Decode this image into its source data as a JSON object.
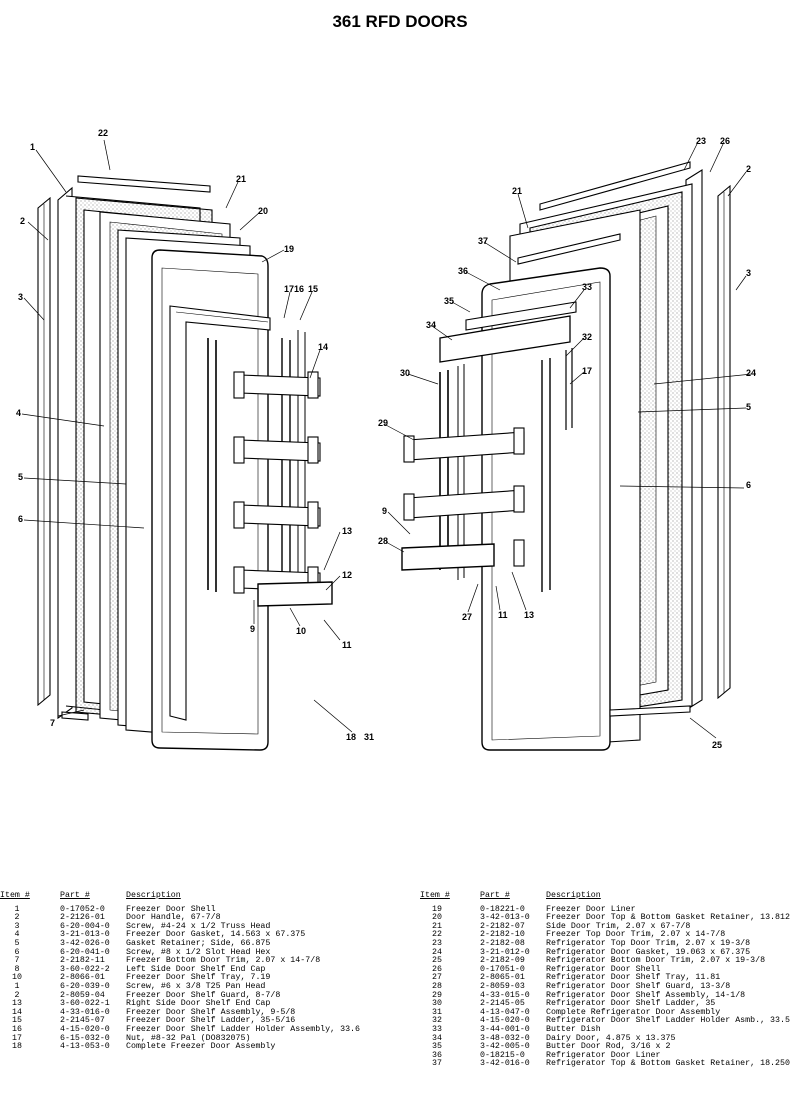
{
  "title": "361 RFD DOORS",
  "callouts": {
    "left": [
      "1",
      "2",
      "3",
      "4",
      "5",
      "6",
      "7",
      "22",
      "21",
      "20",
      "19",
      "17",
      "16",
      "15",
      "14",
      "13",
      "12",
      "11",
      "10",
      "9",
      "18",
      "31"
    ],
    "right": [
      "21",
      "37",
      "36",
      "35",
      "34",
      "33",
      "32",
      "17",
      "30",
      "29",
      "9",
      "28",
      "27",
      "11",
      "13",
      "26",
      "23",
      "2",
      "3",
      "24",
      "5",
      "6",
      "25"
    ]
  },
  "columns": {
    "item": "Item #",
    "part": "Part #",
    "description": "Description"
  },
  "parts_left": [
    {
      "item": "1",
      "part": "0-17052-0",
      "desc": "Freezer Door Shell"
    },
    {
      "item": "2",
      "part": "2-2126-01",
      "desc": "Door Handle, 67-7/8"
    },
    {
      "item": "3",
      "part": "6-20-004-0",
      "desc": "Screw, #4-24 x 1/2 Truss Head"
    },
    {
      "item": "4",
      "part": "3-21-013-0",
      "desc": "Freezer Door Gasket, 14.563 x 67.375"
    },
    {
      "item": "5",
      "part": "3-42-026-0",
      "desc": "Gasket Retainer; Side, 66.875"
    },
    {
      "item": "6",
      "part": "6-20-041-0",
      "desc": "Screw, #8 x 1/2 Slot Head Hex"
    },
    {
      "item": "7",
      "part": "2-2182-11",
      "desc": "Freezer Bottom Door Trim, 2.07 x 14-7/8"
    },
    {
      "item": "8",
      "part": "3-60-022-2",
      "desc": "Left Side Door Shelf End Cap"
    },
    {
      "item": "10",
      "part": "2-8066-01",
      "desc": "Freezer Door Shelf Tray, 7.19"
    },
    {
      "item": "1",
      "part": "6-20-039-0",
      "desc": "Screw, #6 x 3/8 T25 Pan Head"
    },
    {
      "item": "2",
      "part": "2-8059-04",
      "desc": "Freezer Door Shelf Guard, 8-7/8"
    },
    {
      "item": "13",
      "part": "3-60-022-1",
      "desc": "Right Side Door Shelf End Cap"
    },
    {
      "item": "14",
      "part": "4-33-016-0",
      "desc": "Freezer Door Shelf Assembly, 9-5/8"
    },
    {
      "item": "15",
      "part": "2-2145-07",
      "desc": "Freezer Door Shelf Ladder, 35-5/16"
    },
    {
      "item": "16",
      "part": "4-15-020-0",
      "desc": "Freezer Door Shelf Ladder Holder Assembly, 33.6"
    },
    {
      "item": "17",
      "part": "6-15-032-0",
      "desc": "Nut, #8-32 Pal (DO832075)"
    },
    {
      "item": "18",
      "part": "4-13-053-0",
      "desc": "Complete Freezer Door Assembly"
    }
  ],
  "parts_right": [
    {
      "item": "19",
      "part": "0-18221-0",
      "desc": "Freezer Door Liner"
    },
    {
      "item": "20",
      "part": "3-42-013-0",
      "desc": "Freezer Door Top & Bottom Gasket Retainer, 13.812"
    },
    {
      "item": "21",
      "part": "2-2182-07",
      "desc": "Side Door Trim, 2.07 x 67-7/8"
    },
    {
      "item": "22",
      "part": "2-2182-10",
      "desc": "Freezer Top Door Trim, 2.07 x 14-7/8"
    },
    {
      "item": "23",
      "part": "2-2182-08",
      "desc": "Refrigerator Top Door Trim, 2.07 x 19-3/8"
    },
    {
      "item": "24",
      "part": "3-21-012-0",
      "desc": "Refrigerator Door Gasket, 19.063 x 67.375"
    },
    {
      "item": "25",
      "part": "2-2182-09",
      "desc": "Refrigerator Bottom Door Trim, 2.07 x 19-3/8"
    },
    {
      "item": "26",
      "part": "0-17051-0",
      "desc": "Refrigerator Door Shell"
    },
    {
      "item": "27",
      "part": "2-8065-01",
      "desc": "Refrigerator Door Shelf Tray, 11.81"
    },
    {
      "item": "28",
      "part": "2-8059-03",
      "desc": "Refrigerator Door Shelf Guard, 13-3/8"
    },
    {
      "item": "29",
      "part": "4-33-015-0",
      "desc": "Refrigerator Door Shelf Assembly, 14-1/8"
    },
    {
      "item": "30",
      "part": "2-2145-05",
      "desc": "Refrigerator Door Shelf Ladder, 35"
    },
    {
      "item": "31",
      "part": "4-13-047-0",
      "desc": "Complete Refrigerator Door Assembly"
    },
    {
      "item": "32",
      "part": "4-15-020-0",
      "desc": "Refrigerator Door Shelf Ladder Holder Asmb., 33.5"
    },
    {
      "item": "33",
      "part": "3-44-001-0",
      "desc": "Butter Dish"
    },
    {
      "item": "34",
      "part": "3-48-032-0",
      "desc": "Dairy Door, 4.875 x 13.375"
    },
    {
      "item": "35",
      "part": "3-42-005-0",
      "desc": "Butter Door Rod, 3/16 x 2"
    },
    {
      "item": "36",
      "part": "0-18215-0",
      "desc": "Refrigerator Door Liner"
    },
    {
      "item": "37",
      "part": "3-42-016-0",
      "desc": "Refrigerator Top & Bottom Gasket Retainer, 18.250"
    }
  ]
}
